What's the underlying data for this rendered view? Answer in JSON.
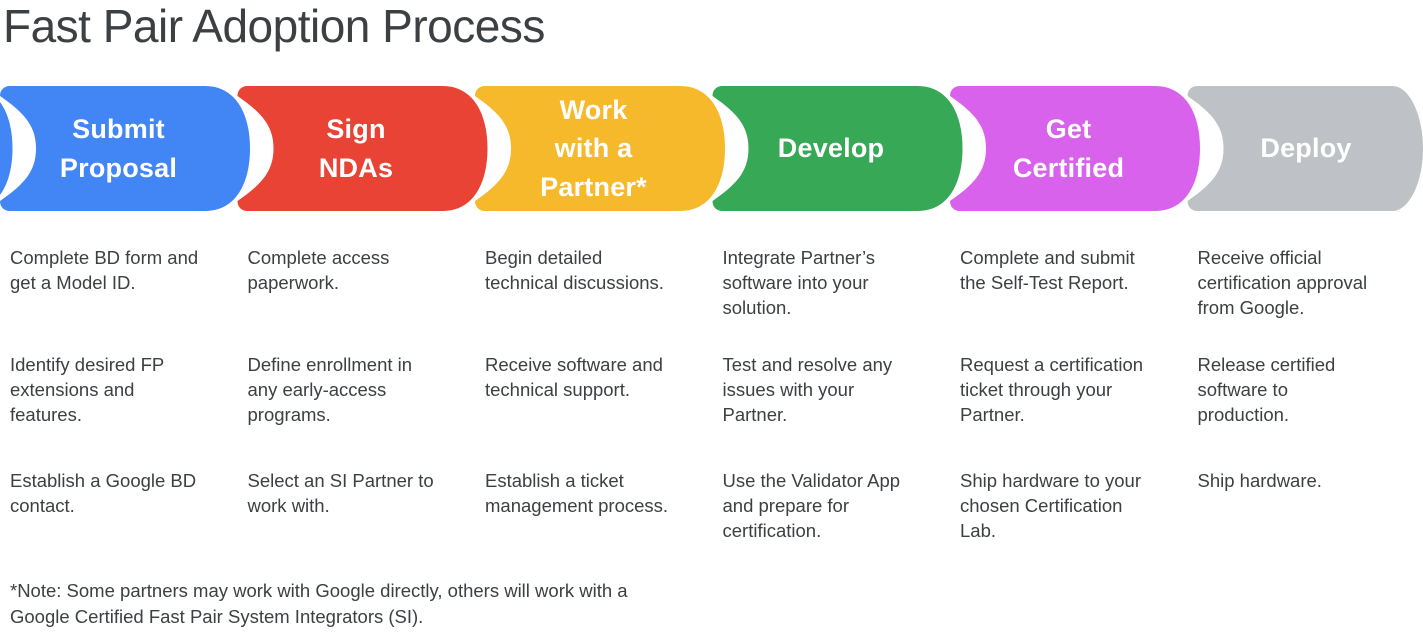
{
  "title": "Fast Pair Adoption Process",
  "text_color": "#3c4043",
  "footnote": "*Note: Some partners may work with Google directly, others will work with a\nGoogle Certified Fast Pair System Integrators (SI).",
  "stages": [
    {
      "id": "submit-proposal",
      "label": "Submit\nProposal",
      "color": "#4285F4",
      "details": [
        "Complete BD form and\nget a Model ID.",
        "Identify desired FP\nextensions and\nfeatures.",
        "Establish a Google BD\ncontact."
      ]
    },
    {
      "id": "sign-ndas",
      "label": "Sign\nNDAs",
      "color": "#E94335",
      "details": [
        "Complete access\npaperwork.",
        "Define enrollment in\nany early-access\nprograms.",
        "Select an SI Partner to\nwork with."
      ]
    },
    {
      "id": "work-with-a-partner",
      "label": "Work\nwith a\nPartner*",
      "color": "#F6B92B",
      "details": [
        "Begin detailed\ntechnical discussions.",
        "Receive software and\ntechnical support.",
        "Establish a ticket\nmanagement process."
      ]
    },
    {
      "id": "develop",
      "label": "Develop",
      "color": "#37A855",
      "details": [
        "Integrate Partner’s\nsoftware into your\nsolution.",
        "Test and resolve any\nissues with your\nPartner.",
        "Use the Validator App\nand prepare for\ncertification."
      ]
    },
    {
      "id": "get-certified",
      "label": "Get\nCertified",
      "color": "#D962EC",
      "details": [
        "Complete and submit\nthe Self-Test Report.",
        "Request a certification\nticket through your\nPartner.",
        "Ship hardware to your\nchosen Certification\nLab."
      ]
    },
    {
      "id": "deploy",
      "label": "Deploy",
      "color": "#BEC2C6",
      "details": [
        "Receive official\ncertification approval\nfrom Google.",
        "Release certified\nsoftware to\nproduction.",
        "Ship hardware."
      ]
    }
  ]
}
